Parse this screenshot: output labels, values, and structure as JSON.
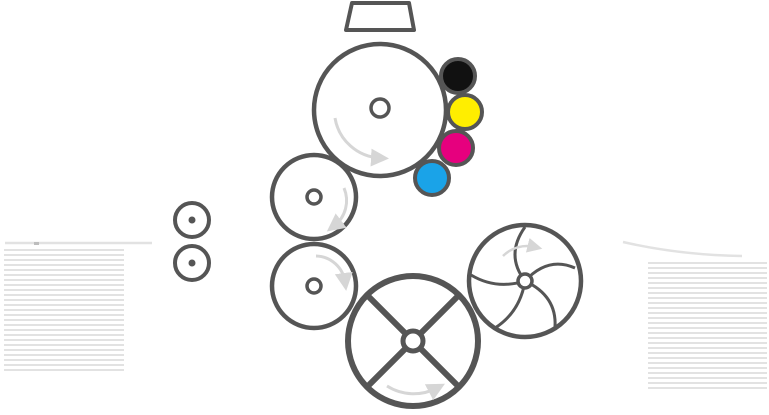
{
  "diagram": {
    "colors": {
      "outline": "#555555",
      "light_gray": "#d6d6d6",
      "paper_lines": "#e2e2e2",
      "black_ink": "#111111",
      "yellow_ink": "#ffee00",
      "magenta_ink": "#e6007e",
      "cyan_ink": "#1aa3e8"
    },
    "ink_units": [
      {
        "name": "black-ink-roller",
        "color": "#111111"
      },
      {
        "name": "yellow-ink-roller",
        "color": "#ffee00"
      },
      {
        "name": "magenta-ink-roller",
        "color": "#e6007e"
      },
      {
        "name": "cyan-ink-roller",
        "color": "#1aa3e8"
      }
    ],
    "icons": [
      "feed-tray-icon",
      "plate-cylinder-icon",
      "blanket-cylinder-icon",
      "impression-cylinder-icon",
      "drive-wheel-icon",
      "aperture-wheel-icon",
      "guide-roller-icon",
      "paper-stack-icon"
    ]
  }
}
